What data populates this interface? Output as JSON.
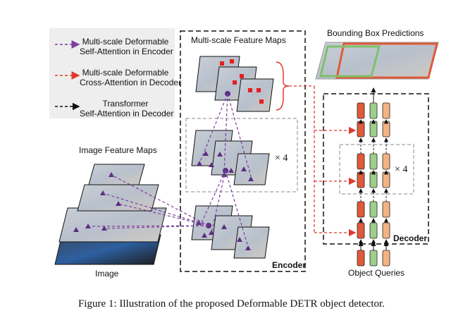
{
  "legend": {
    "items": [
      {
        "line1": "Multi-scale Deformable",
        "line2": "Self-Attention in Encoder",
        "color": "#7b3fa0"
      },
      {
        "line1": "Multi-scale Deformable",
        "line2": "Cross-Attention in Decoder",
        "color": "#e03a2f"
      },
      {
        "line1": "Transformer",
        "line2": "Self-Attention in Decoder",
        "color": "#111111"
      }
    ]
  },
  "labels": {
    "image_feature_maps": "Image Feature Maps",
    "image": "Image",
    "multiscale_feature_maps": "Multi-scale Feature Maps",
    "encoder": "Encoder",
    "encoder_repeat": "× 4",
    "decoder": "Decoder",
    "decoder_repeat": "× 4",
    "object_queries": "Object Queries",
    "bounding_box_predictions": "Bounding Box Predictions"
  },
  "caption": "Figure 1: Illustration of the proposed Deformable DETR object detector.",
  "colors": {
    "token_red": "#e05a3a",
    "token_green": "#9ccf8a",
    "token_orange": "#f4b183",
    "encoder_arrow": "#7b3fa0",
    "decoder_arrow": "#e03a2f"
  }
}
